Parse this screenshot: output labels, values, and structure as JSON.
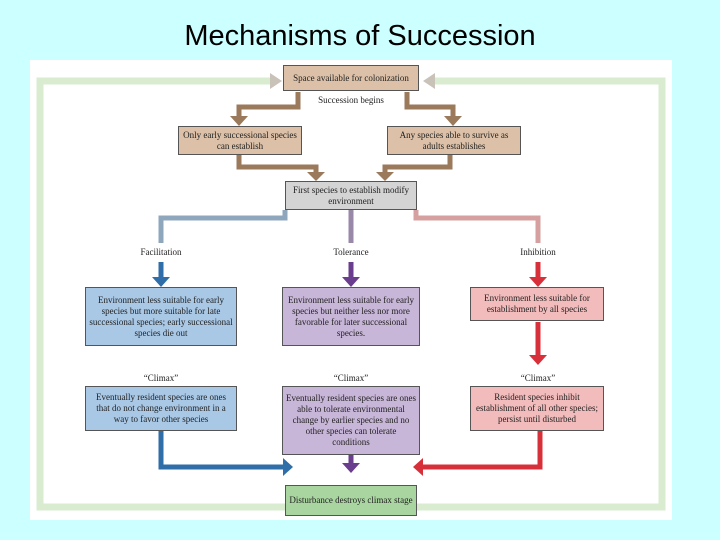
{
  "slide": {
    "title": "Mechanisms of Succession"
  },
  "diagram": {
    "space_box": "Space available for colonization",
    "succession_begins": "Succession begins",
    "early_box": "Only early successional species can establish",
    "any_box": "Any species able to survive as adults establishes",
    "first_box": "First species to establish modify environment",
    "facilitation": "Facilitation",
    "tolerance": "Tolerance",
    "inhibition": "Inhibition",
    "fac_box": "Environment less suitable for early species but more suitable for late successional species; early successional species die out",
    "tol_box": "Environment less suitable for early species but neither less nor more favorable for later successional species.",
    "inh_box": "Environment less suitable for establishment by all species",
    "climax_1": "“Climax”",
    "climax_2": "“Climax”",
    "climax_3": "“Climax”",
    "fac_result": "Eventually resident species are ones that do not change environment in a way to favor other species",
    "tol_result": "Eventually resident species are ones able to tolerate environmental change by earlier species and no other species can tolerate conditions",
    "inh_result": "Resident species inhibit establishment of all other species; persist until disturbed",
    "disturbance_box": "Disturbance destroys climax stage"
  },
  "colors": {
    "background": "#ccffff",
    "tan_arrow": "#9b7a5c",
    "grey_arrow": "#8a8a8a",
    "blue_arrow": "#2f6ea8",
    "purple_arrow": "#6a3d8f",
    "red_arrow": "#d8303a",
    "green_loop": "#b7d9a9"
  }
}
